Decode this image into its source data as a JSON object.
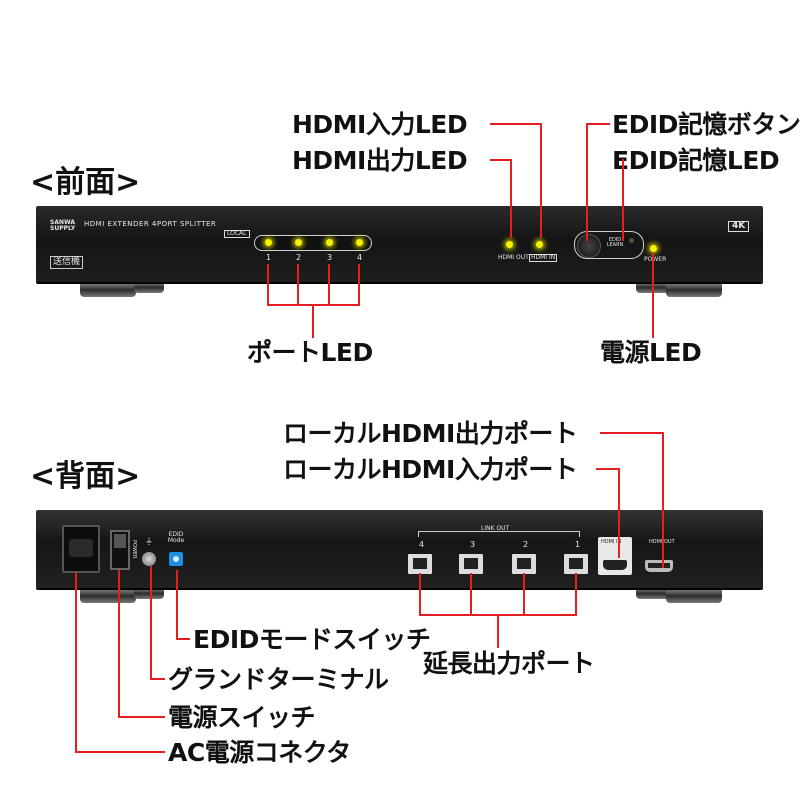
{
  "front": {
    "section_label": "<前面>",
    "device": {
      "brand": "SANWA SUPPLY",
      "model_text": "HDMI EXTENDER 4PORT SPLITTER",
      "local_badge": "LOCAL",
      "sender_badge": "送信機",
      "k4_badge": "4K",
      "port_numbers": [
        "1",
        "2",
        "3",
        "4"
      ],
      "hdmi_out_text": "HDMI OUT",
      "hdmi_in_text": "HDMI IN",
      "edid_button_text": "EDID LEARN",
      "power_text": "POWER"
    },
    "callouts": {
      "hdmi_in_led": "HDMI入力LED",
      "hdmi_out_led": "HDMI出力LED",
      "edid_button": "EDID記憶ボタン",
      "edid_led": "EDID記憶LED",
      "port_led": "ポートLED",
      "power_led": "電源LED"
    }
  },
  "back": {
    "section_label": "<背面>",
    "device": {
      "link_out_text": "LINK OUT",
      "port_numbers": [
        "4",
        "3",
        "2",
        "1"
      ],
      "hdmi_in_text": "HDMI IN",
      "hdmi_out_text": "HDMI OUT",
      "power_switch_text": "POWER",
      "edid_mode_text": "EDID Mode"
    },
    "callouts": {
      "local_hdmi_out_port": "ローカルHDMI出力ポート",
      "local_hdmi_in_port": "ローカルHDMI入力ポート",
      "edid_mode_switch": "EDIDモードスイッチ",
      "ground_terminal": "グランドターミナル",
      "power_switch": "電源スイッチ",
      "ac_connector": "AC電源コネクタ",
      "extension_out_port": "延長出力ポート"
    }
  },
  "colors": {
    "callout_line": "#e41f1f",
    "led": "#f4f200",
    "device_body": "#1b1b1b"
  }
}
